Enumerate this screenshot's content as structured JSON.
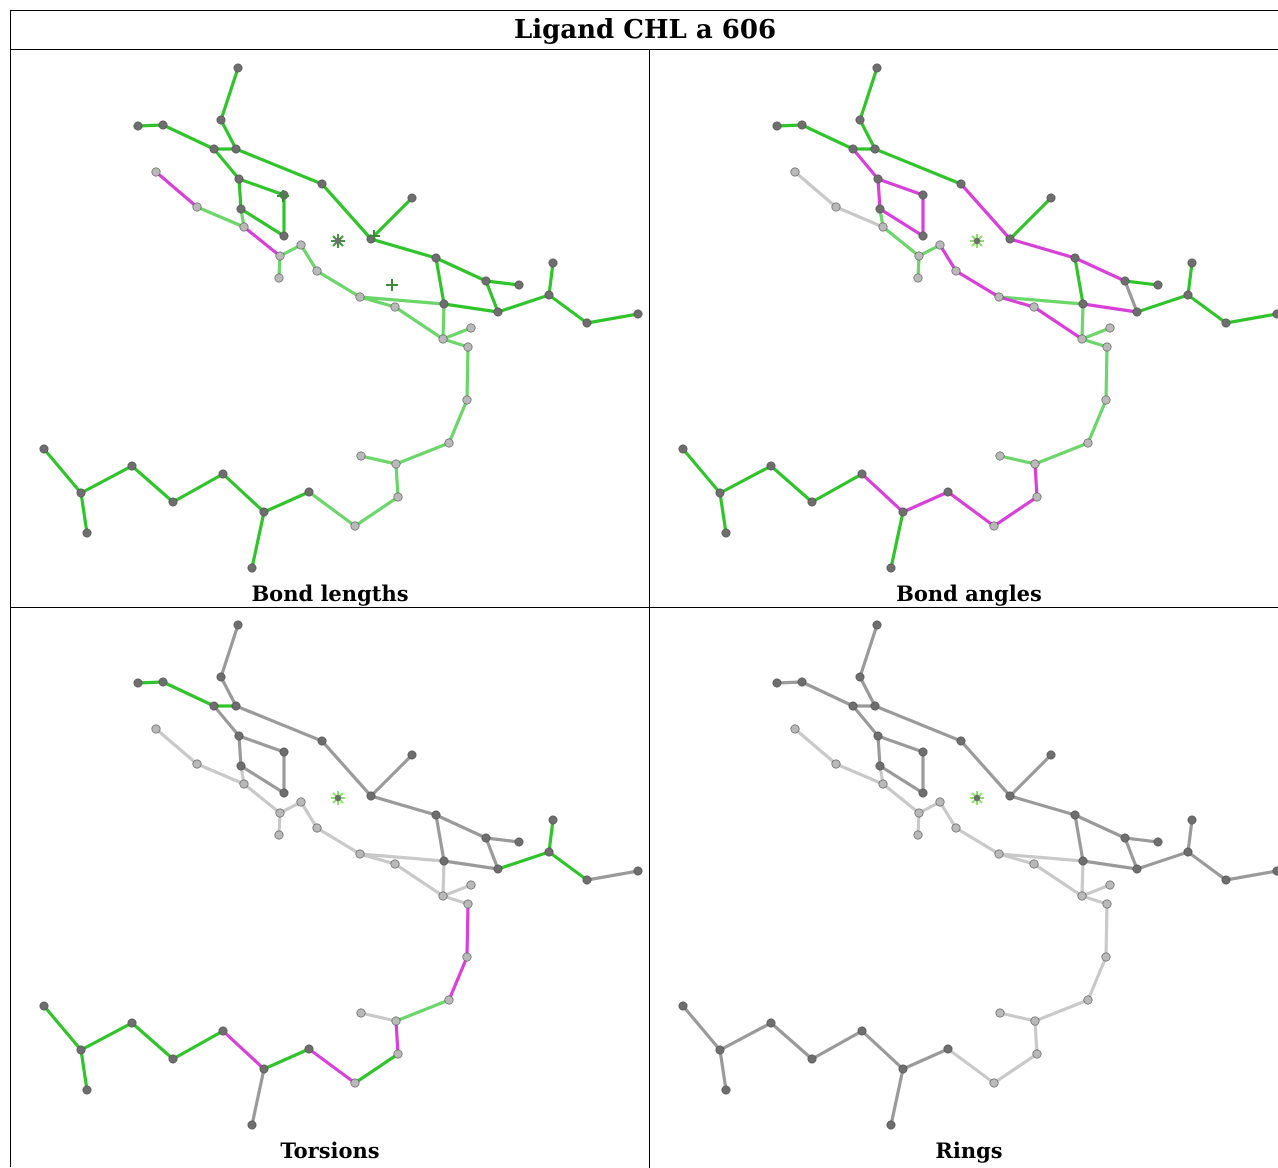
{
  "title": "Ligand CHL a 606",
  "panels": [
    {
      "caption": "Bond lengths"
    },
    {
      "caption": "Bond angles"
    },
    {
      "caption": "Torsions"
    },
    {
      "caption": "Rings"
    }
  ],
  "colors": {
    "good": "#22c41a",
    "outlier": "#d92bd9",
    "neutral": "#9a9a9a",
    "atom": "#6e6e6e",
    "metal": "#8ee06a"
  }
}
